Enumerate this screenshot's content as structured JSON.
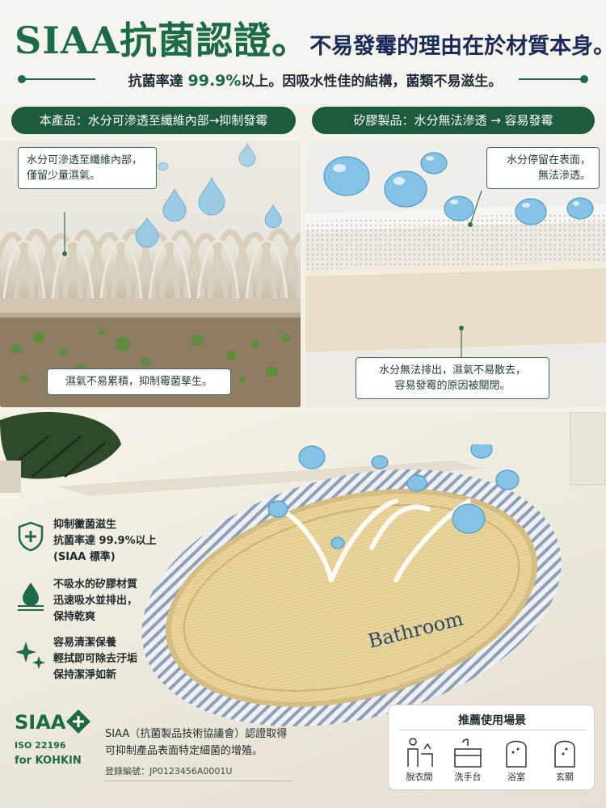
{
  "header": {
    "title_big": "SIAA抗菌認證。",
    "title_small": "不易發霉的理由在於材質本身。",
    "subline_pre": "抗菌率達",
    "subline_rate": "99.9%",
    "subline_post": "以上。因吸水性佳的結構，菌類不易滋生。"
  },
  "compare": {
    "left_label": "本產品：水分可滲透至纖維內部→抑制發霉",
    "right_label": "矽膠製品：水分無法滲透 → 容易發霉",
    "left_callout_top": [
      "水分可滲透至纖維內部，",
      "僅留少量濕氣。"
    ],
    "left_callout_bottom": "濕氣不易累積，抑制霉菌孳生。",
    "right_callout_top": [
      "水分停留在表面，",
      "無法滲透。"
    ],
    "right_callout_bottom": [
      "水分無法排出，濕氣不易散去，",
      "容易發霉的原因被關閉。"
    ]
  },
  "mat": {
    "label": "Bathroom"
  },
  "features": [
    {
      "icon": "shield-plus-icon",
      "lines": [
        "抑制黴菌滋生",
        "抗菌率達 99.9%以上",
        "(SIAA 標準)"
      ]
    },
    {
      "icon": "water-drop-icon",
      "lines": [
        "不吸水的矽膠材質",
        "迅速吸水並排出，",
        "保持乾爽"
      ]
    },
    {
      "icon": "sparkle-icon",
      "lines": [
        "容易清潔保養",
        "輕拭即可除去汙垢",
        "保持潔淨如新"
      ]
    }
  ],
  "cert": {
    "logo": "SIAA",
    "iso": "ISO 22196",
    "for": "for KOHKIN",
    "desc": [
      "SIAA（抗菌製品技術協議會）認證取得",
      "可抑制產品表面特定細菌的增殖。"
    ],
    "reg": "登錄編號：JP0123456A0001U"
  },
  "scenes": {
    "title": "推薦使用場景",
    "items": [
      "脫衣間",
      "洗手台",
      "浴室",
      "玄關"
    ]
  },
  "colors": {
    "brand_green": "#1c6a46",
    "dark_navy": "#1a2a5a",
    "pill_green": "#1c5b3e"
  }
}
